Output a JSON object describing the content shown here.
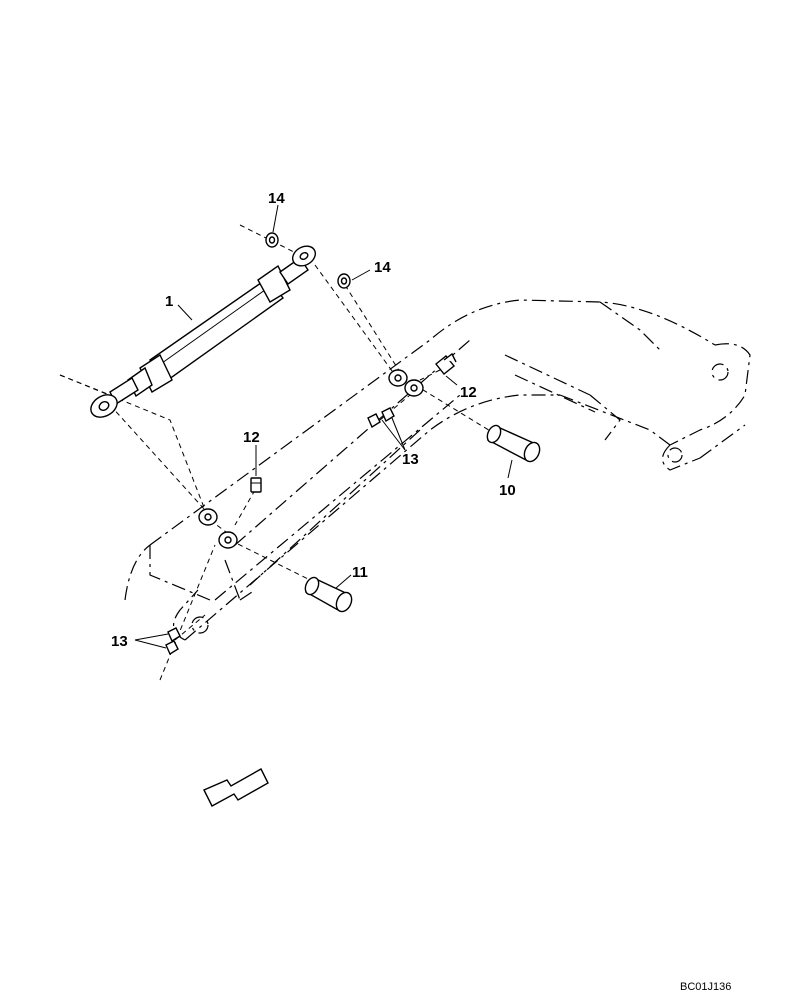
{
  "callouts": {
    "cylinder": "1",
    "pin_upper": "10",
    "pin_lower": "11",
    "bolt_upper": "12",
    "bolt_lower": "12",
    "nut_upper": "13",
    "nut_lower": "13",
    "washer_left": "14",
    "washer_right": "14"
  },
  "drawing_ref": "BC01J136",
  "direction_arrow": "front-direction-arrow"
}
